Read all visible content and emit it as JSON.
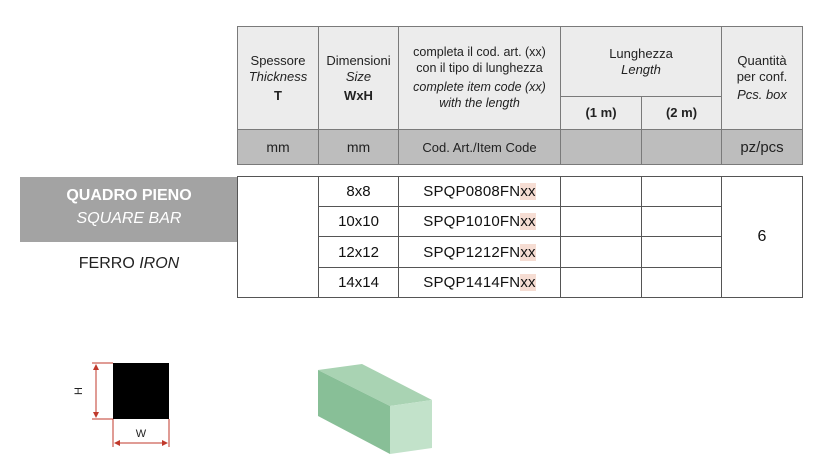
{
  "header": {
    "thickness": {
      "it": "Spessore",
      "en": "Thickness",
      "sym": "T",
      "unit": "mm"
    },
    "size": {
      "it": "Dimensioni",
      "en": "Size",
      "sym": "WxH",
      "unit": "mm"
    },
    "code": {
      "it_line1": "completa il cod. art. (xx)",
      "it_line2": "con il tipo di lunghezza",
      "en_line1": "complete item code (xx)",
      "en_line2": "with the length",
      "unit": "Cod. Art./Item Code"
    },
    "length": {
      "it": "Lunghezza",
      "en": "Length",
      "opt1": "(1 m)",
      "opt2": "(2 m)"
    },
    "qty": {
      "it_line1": "Quantità",
      "it_line2": "per conf.",
      "en": "Pcs. box",
      "unit": "pz/pcs"
    }
  },
  "product": {
    "title": "QUADRO PIENO",
    "subtitle": "SQUARE BAR",
    "material_it": "FERRO",
    "material_en": "IRON"
  },
  "rows": [
    {
      "size": "8x8",
      "code": "SPQP0808FN",
      "suffix": "xx"
    },
    {
      "size": "10x10",
      "code": "SPQP1010FN",
      "suffix": "xx"
    },
    {
      "size": "12x12",
      "code": "SPQP1212FN",
      "suffix": "xx"
    },
    {
      "size": "14x14",
      "code": "SPQP1414FN",
      "suffix": "xx"
    }
  ],
  "quantity": "6",
  "diagram": {
    "h_label": "H",
    "w_label": "W"
  },
  "colors": {
    "header_bg": "#ececec",
    "unit_bg": "#bdbdbd",
    "label_bg": "#a3a3a3",
    "xx_highlight": "#f6ddd3",
    "dimension_red": "#c0392b",
    "bar_green": "#8cc39c"
  }
}
